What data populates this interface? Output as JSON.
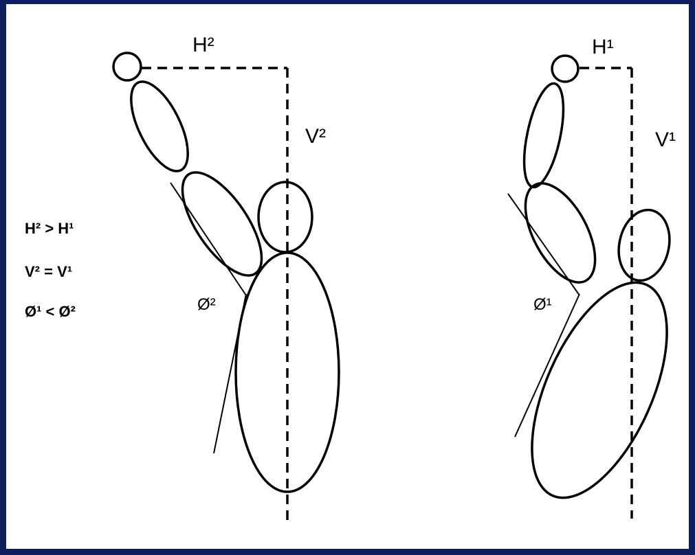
{
  "colors": {
    "border": "#0d1f5c",
    "background": "#ffffff",
    "ink": "#000000"
  },
  "figure_left": {
    "h_label": "H²",
    "v_label": "V²",
    "angle_label": "Ø²"
  },
  "figure_right": {
    "h_label": "H¹",
    "v_label": "V¹",
    "angle_label": "Ø¹"
  },
  "relations": [
    "H² > H¹",
    "V² = V¹",
    "Ø¹ < Ø²"
  ]
}
